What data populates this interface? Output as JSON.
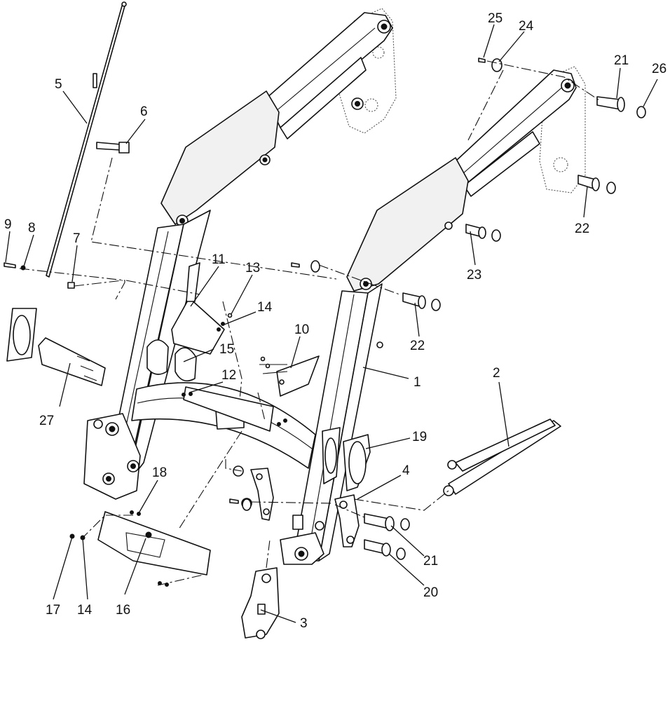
{
  "callouts": [
    "1",
    "2",
    "3",
    "4",
    "5",
    "6",
    "7",
    "8",
    "9",
    "10",
    "11",
    "12",
    "13",
    "14",
    "14",
    "15",
    "16",
    "17",
    "18",
    "19",
    "20",
    "21",
    "21",
    "22",
    "22",
    "23",
    "24",
    "25",
    "26",
    "27"
  ]
}
